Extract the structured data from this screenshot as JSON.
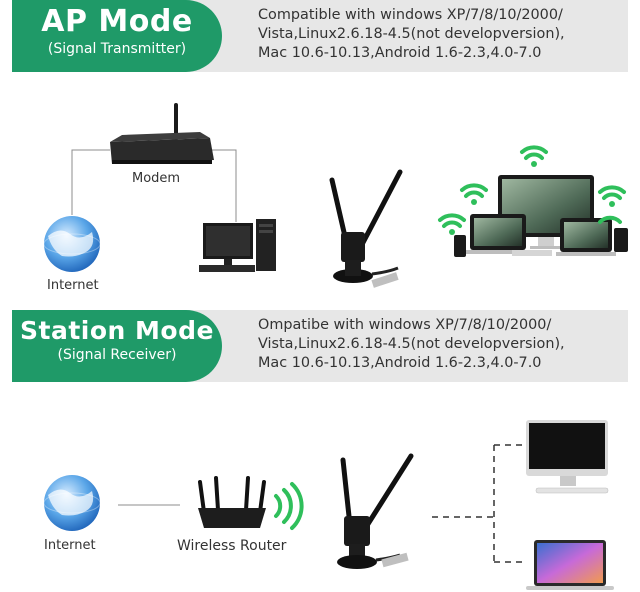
{
  "ap": {
    "title": "AP Mode",
    "subtitle": "(Signal Transmitter)",
    "compat": [
      "Compatible with windows XP/7/8/10/2000/",
      "Vista,Linux2.6.18-4.5(not developversion),",
      "Mac 10.6-10.13,Android 1.6-2.3,4.0-7.0"
    ],
    "labels": {
      "modem": "Modem",
      "internet": "Internet"
    }
  },
  "station": {
    "title": "Station Mode",
    "subtitle": "(Signal Receiver)",
    "compat": [
      "Ompatibe with windows XP/7/8/10/2000/",
      "Vista,Linux2.6.18-4.5(not developversion),",
      "Mac 10.6-10.13,Android 1.6-2.3,4.0-7.0"
    ],
    "labels": {
      "internet": "Internet",
      "router": "Wireless Router"
    }
  },
  "colors": {
    "accent": "#1f9a68",
    "band": "#e7e7e7",
    "wifi": "#2fbf5b"
  }
}
